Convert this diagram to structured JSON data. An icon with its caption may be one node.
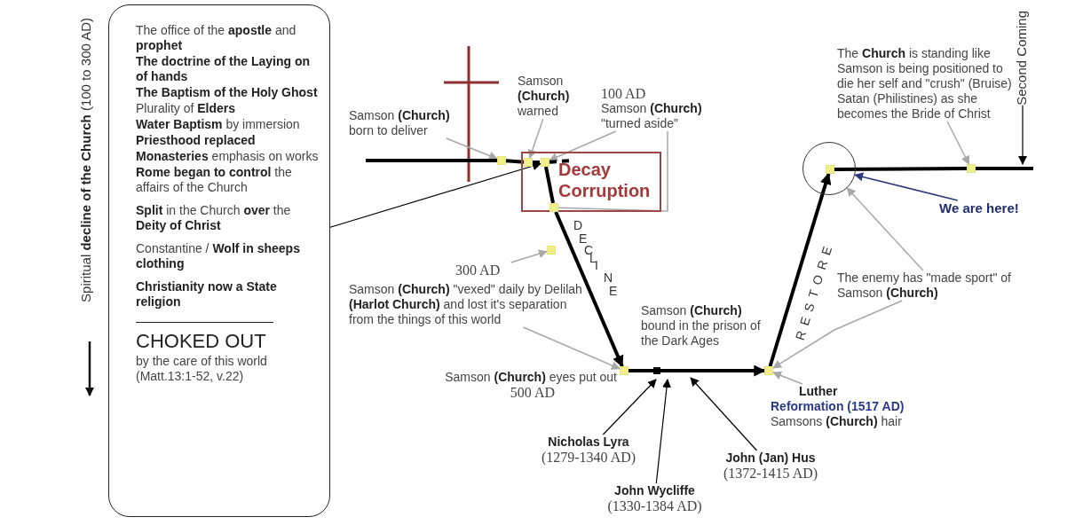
{
  "diagram": {
    "nodes": [
      {
        "text": [
          "The office of the **apostle** and **prophet**",
          "The doctrine of the Laying on of hands",
          "The Baptism of the Holy Ghost",
          "Plurality of **Elders**",
          "**Water Baptism** by immersion",
          "Priesthood replaced",
          "**Monasteries** emphasis on works",
          "**Rome began to control** the affairs of the Church",
          "**Split** in the Church **over** the **Deity of Christ**",
          "Constantine / **Wolf in sheeps clothing**",
          "Christianity now a State religion",
          "CHOKED OUT",
          "by the care of this world (Matt.13:1-52, v.22)"
        ]
      },
      {
        "text": [
          "Samson **(Church)** born to deliver"
        ]
      },
      {
        "text": [],
        "shape": "box"
      },
      {
        "text": [
          "Decay Corruption"
        ]
      },
      {
        "text": [
          "Samson **(Church)** warned"
        ]
      },
      {
        "text": [],
        "shape": "box",
        "in": 3
      },
      {
        "text": [
          "100 AD",
          "Samson **(Church)** \"turned aside\""
        ]
      },
      {
        "text": [],
        "shape": "box",
        "in": 3
      },
      {
        "text": [],
        "shape": "box",
        "in": 3
      },
      {
        "text": [
          "300 AD"
        ]
      },
      {
        "text": [],
        "shape": "box"
      },
      {
        "text": [
          "Samson **(Church)** \"vexed\" daily by Delilah **(Harlot Church)** and lost it's separation from the things of this world"
        ]
      },
      {
        "text": [
          "Samson **(Church)** eyes put out",
          "500 AD"
        ]
      },
      {
        "text": [],
        "shape": "box"
      },
      {
        "text": [
          "Nicholas Lyra",
          "(1279-1340 AD)"
        ]
      },
      {
        "text": [
          "John Wycliffe",
          "(1330-1384 AD)"
        ]
      },
      {
        "text": [
          "John (Jan) Hus",
          "(1372-1415 AD)"
        ]
      },
      {
        "text": [],
        "shape": "box"
      },
      {
        "text": [
          "Luther",
          "Reformation (1517 AD)",
          "Samsons **(Church)** hair"
        ]
      },
      {
        "text": [
          "The enemy has \"made sport\" of Samson **(Church)**"
        ]
      },
      {
        "text": [],
        "shape": "circle"
      },
      {
        "text": [],
        "shape": "box",
        "in": 20
      },
      {
        "text": [
          "We are here!"
        ]
      },
      {
        "text": [
          "The **Church** is standing like Samson is being positioned to die her self and \"crush\" (Bruise) Satan (Philistines) as she becomes the Bride of Christ"
        ]
      },
      {
        "text": [],
        "shape": "box"
      },
      {
        "text": [
          "Second Coming"
        ]
      }
    ],
    "edges": [
      {
        "from": 0,
        "to": 7,
        "arrow": "to"
      },
      {
        "from": 1,
        "to": 2,
        "arrow": "to",
        "color": "#a8a8a8"
      },
      {
        "from": 4,
        "to": 5,
        "arrow": "to",
        "color": "#a8a8a8"
      },
      {
        "from": 6,
        "to": 7,
        "arrow": "to",
        "color": "#a8a8a8"
      },
      {
        "from": 6,
        "to": 8,
        "arrow": "none",
        "color": "#a8a8a8"
      },
      {
        "from": 7,
        "to": 8,
        "arrow": "none",
        "style": "thick"
      },
      {
        "from": 8,
        "to": 13,
        "arrow": "to",
        "style": "thick"
      },
      {
        "from": 9,
        "to": 10,
        "arrow": "to",
        "color": "#a8a8a8"
      },
      {
        "from": 11,
        "to": 13,
        "arrow": "to",
        "color": "#a8a8a8"
      },
      {
        "from": 13,
        "to": 17,
        "arrow": "to",
        "style": "thick"
      },
      {
        "from": 14,
        "to": null,
        "arrow": "to"
      },
      {
        "from": 15,
        "to": null,
        "arrow": "to"
      },
      {
        "from": 16,
        "to": null,
        "arrow": "to"
      },
      {
        "from": 17,
        "to": 21,
        "arrow": "to",
        "style": "thick"
      },
      {
        "from": 18,
        "to": 17,
        "arrow": "to",
        "color": "#a8a8a8"
      },
      {
        "from": 19,
        "to": 20,
        "arrow": "to",
        "color": "#a8a8a8"
      },
      {
        "from": 19,
        "to": 17,
        "arrow": "to",
        "color": "#a8a8a8"
      },
      {
        "from": 22,
        "to": 20,
        "arrow": "to",
        "color": "#2e3a7a"
      },
      {
        "from": 23,
        "to": 24,
        "arrow": "to",
        "color": "#a8a8a8"
      },
      {
        "from": 25,
        "to": null,
        "arrow": "to"
      },
      {
        "from": null,
        "to": 2,
        "arrow": "none",
        "style": "thick"
      },
      {
        "from": 2,
        "to": 5,
        "arrow": "none",
        "style": "thick"
      },
      {
        "from": 5,
        "to": 7,
        "arrow": "none",
        "style": "dashed"
      },
      {
        "from": 7,
        "to": null,
        "arrow": "none",
        "style": "dashed"
      },
      {
        "from": 21,
        "to": 24,
        "arrow": "none",
        "style": "thick"
      },
      {
        "from": 24,
        "to": null,
        "arrow": "none",
        "style": "thick"
      }
    ],
    "labels": [
      "Spiritual **decline of the Church** (100 to 300 AD)",
      "DECLINE",
      "RESTORE",
      "Samson **(Church)** bound in the prison of the Dark Ages"
    ]
  }
}
